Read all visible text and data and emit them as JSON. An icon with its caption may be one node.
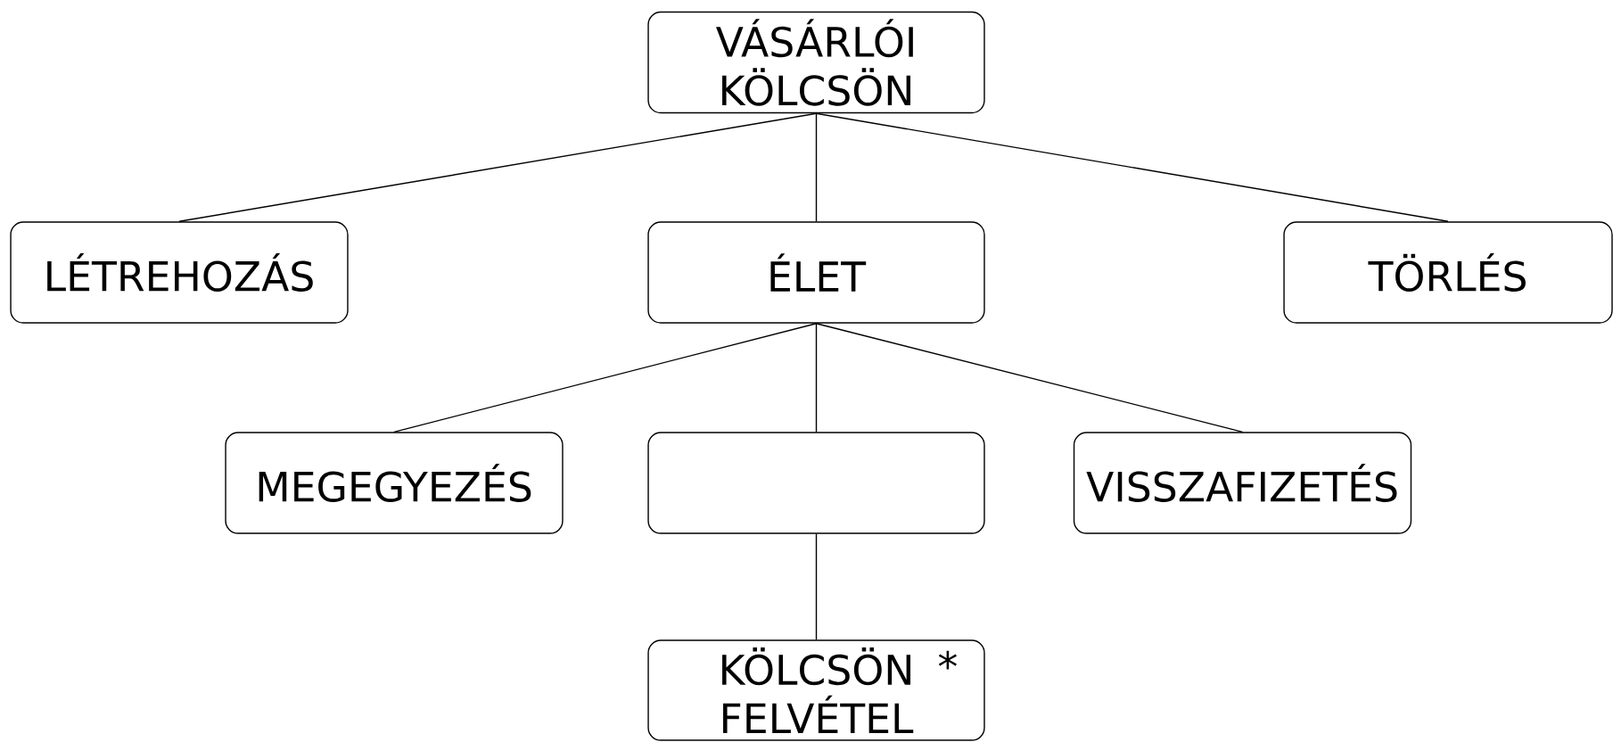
{
  "diagram": {
    "nodes": [
      {
        "text": [
          "VÁSÁRLÓI KÖLCSÖN"
        ]
      },
      {
        "text": [
          "LÉTREHOZÁS"
        ]
      },
      {
        "text": [
          "ÉLET"
        ]
      },
      {
        "text": [
          "TÖRLÉS"
        ]
      },
      {
        "text": [
          "MEGEGYEZÉS"
        ]
      },
      {
        "text": [],
        "shape": "box"
      },
      {
        "text": [
          "VISSZAFIZETÉS"
        ]
      },
      {
        "text": [
          "KÖLCSÖN FELVÉTEL",
          "*"
        ]
      }
    ],
    "edges": [
      {
        "from": 0,
        "to": 1,
        "arrow": "none"
      },
      {
        "from": 0,
        "to": 2,
        "arrow": "none"
      },
      {
        "from": 0,
        "to": 3,
        "arrow": "none"
      },
      {
        "from": 2,
        "to": 4,
        "arrow": "none"
      },
      {
        "from": 2,
        "to": 5,
        "arrow": "none"
      },
      {
        "from": 2,
        "to": 6,
        "arrow": "none"
      },
      {
        "from": 5,
        "to": 7,
        "arrow": "none"
      }
    ]
  }
}
